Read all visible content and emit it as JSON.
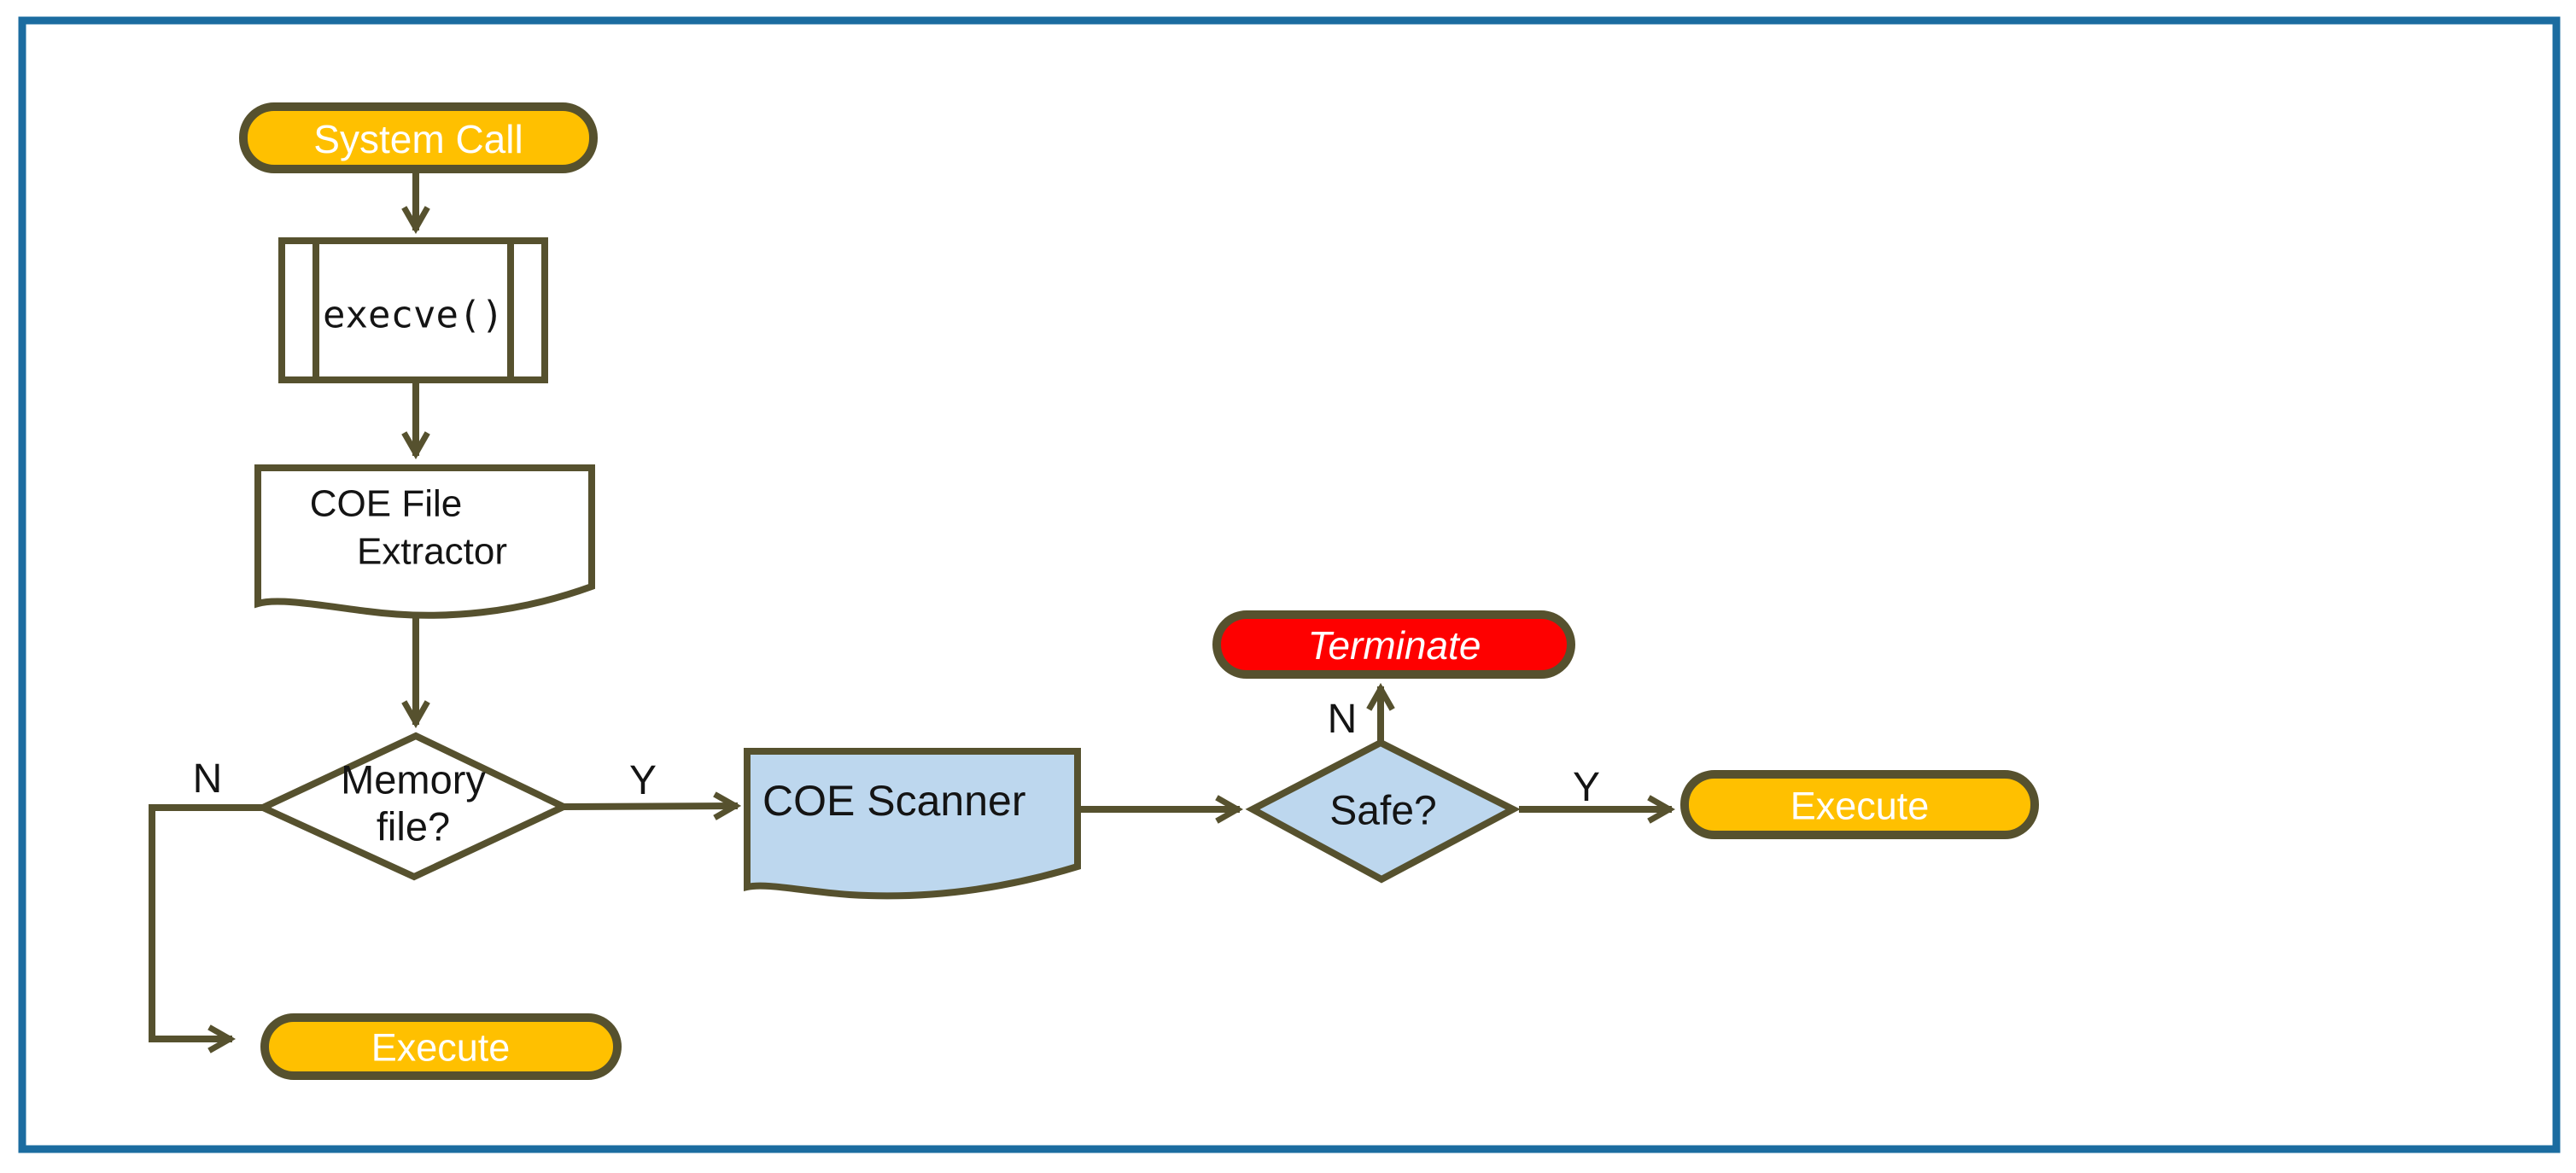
{
  "colors": {
    "frame": "#1B6CA0",
    "outline": "#56512E",
    "yellow": "#FFC000",
    "red": "#FE0000",
    "lightblue": "#BDD7EE",
    "text_dark": "#141414",
    "text_light": "#FFFFFF"
  },
  "nodes": {
    "system_call": {
      "label": "System Call"
    },
    "execve": {
      "label": "execve()"
    },
    "coe_file_extractor": {
      "label_line1": "COE File",
      "label_line2": "Extractor"
    },
    "memory_file_decision": {
      "label_line1": "Memory",
      "label_line2": "file?"
    },
    "execute_no_branch": {
      "label": "Execute"
    },
    "coe_scanner": {
      "label": "COE Scanner"
    },
    "safe_decision": {
      "label": "Safe?"
    },
    "terminate": {
      "label": "Terminate"
    },
    "execute_yes_branch": {
      "label": "Execute"
    }
  },
  "edge_labels": {
    "memory_no": "N",
    "memory_yes": "Y",
    "safe_no": "N",
    "safe_yes": "Y"
  }
}
